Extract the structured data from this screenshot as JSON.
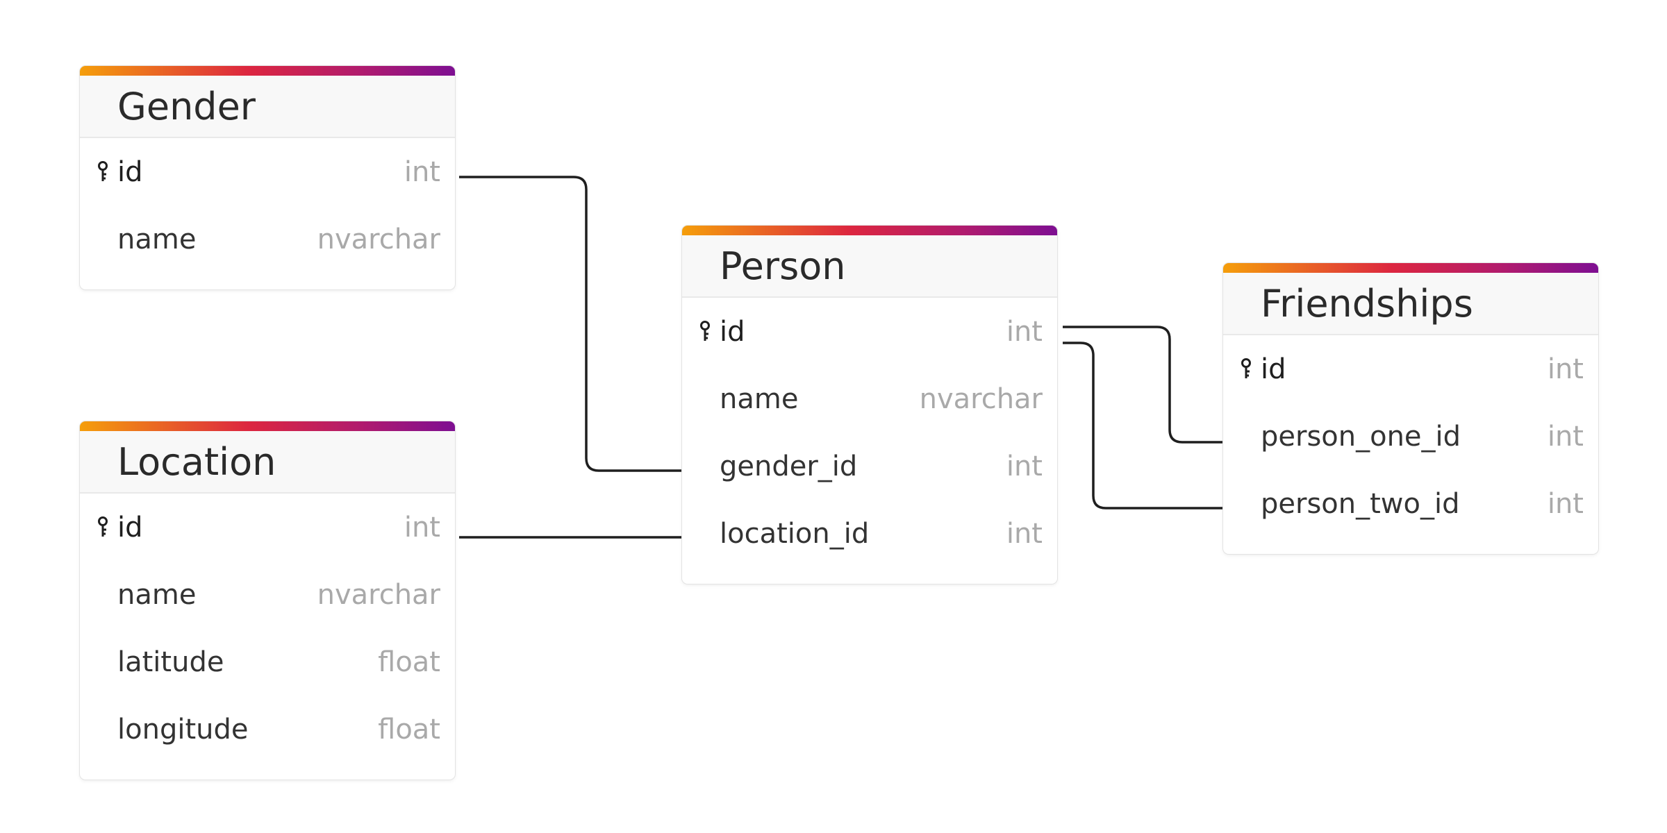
{
  "colors": {
    "connector": "#1f1f1f",
    "gradient": [
      "#f59e0b",
      "#dc2640",
      "#b01b6e",
      "#7e0f92"
    ],
    "type_text": "#a9a9a9"
  },
  "tables": {
    "gender": {
      "title": "Gender",
      "rows": [
        {
          "name": "id",
          "type": "int",
          "pk": true
        },
        {
          "name": "name",
          "type": "nvarchar",
          "pk": false
        }
      ]
    },
    "location": {
      "title": "Location",
      "rows": [
        {
          "name": "id",
          "type": "int",
          "pk": true
        },
        {
          "name": "name",
          "type": "nvarchar",
          "pk": false
        },
        {
          "name": "latitude",
          "type": "float",
          "pk": false
        },
        {
          "name": "longitude",
          "type": "float",
          "pk": false
        }
      ]
    },
    "person": {
      "title": "Person",
      "rows": [
        {
          "name": "id",
          "type": "int",
          "pk": true
        },
        {
          "name": "name",
          "type": "nvarchar",
          "pk": false
        },
        {
          "name": "gender_id",
          "type": "int",
          "pk": false
        },
        {
          "name": "location_id",
          "type": "int",
          "pk": false
        }
      ]
    },
    "friendships": {
      "title": "Friendships",
      "rows": [
        {
          "name": "id",
          "type": "int",
          "pk": true
        },
        {
          "name": "person_one_id",
          "type": "int",
          "pk": false
        },
        {
          "name": "person_two_id",
          "type": "int",
          "pk": false
        }
      ]
    }
  },
  "relations": [
    {
      "from": "gender.id",
      "to": "person.gender_id"
    },
    {
      "from": "location.id",
      "to": "person.location_id"
    },
    {
      "from": "person.id",
      "to": "friendships.person_one_id"
    },
    {
      "from": "person.id",
      "to": "friendships.person_two_id"
    }
  ]
}
